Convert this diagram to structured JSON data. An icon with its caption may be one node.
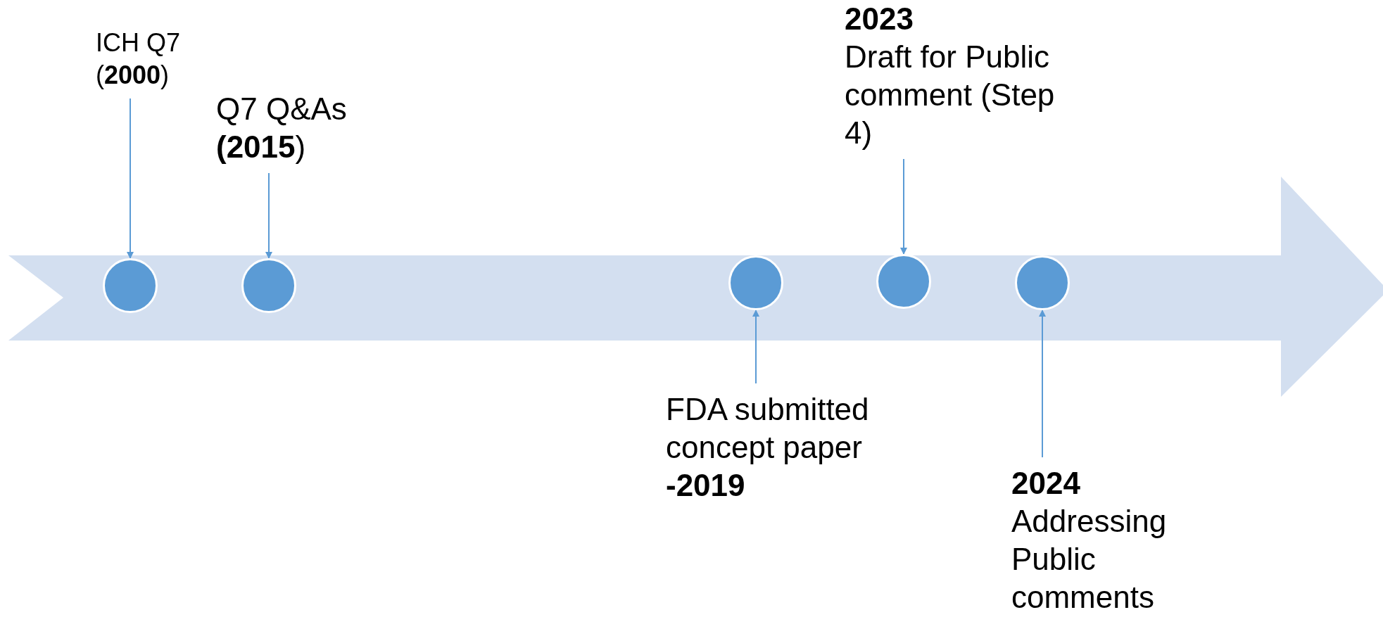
{
  "diagram": {
    "nodes": [
      {
        "text": [
          "ICH Q7 (**2000**)"
        ]
      },
      {
        "text": [],
        "shape": "circle"
      },
      {
        "text": [
          "Q7 Q&As **(2015**)"
        ]
      },
      {
        "text": [],
        "shape": "circle"
      },
      {
        "text": [
          "2023",
          "Draft for Public comment (Step 4)"
        ]
      },
      {
        "text": [],
        "shape": "circle"
      },
      {
        "text": [],
        "shape": "circle"
      },
      {
        "text": [],
        "shape": "circle"
      },
      {
        "text": [
          "FDA submitted concept paper",
          "-2019"
        ]
      },
      {
        "text": [
          "2024",
          "Addressing Public comments"
        ]
      }
    ],
    "edges": [
      {
        "from": 0,
        "to": 1,
        "arrow": "to"
      },
      {
        "from": 2,
        "to": 3,
        "arrow": "to"
      },
      {
        "from": 4,
        "to": 6,
        "arrow": "to"
      },
      {
        "from": 8,
        "to": 5,
        "arrow": "to"
      },
      {
        "from": 9,
        "to": 7,
        "arrow": "to"
      }
    ]
  }
}
